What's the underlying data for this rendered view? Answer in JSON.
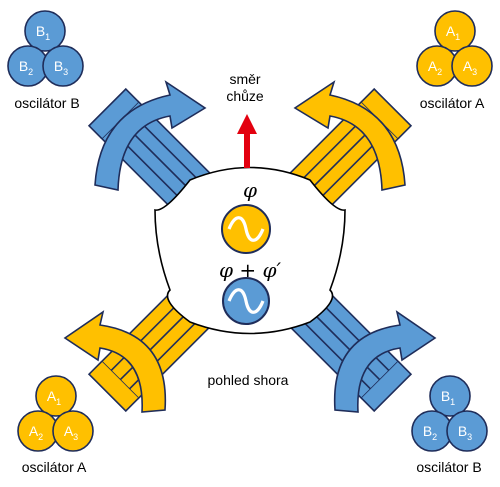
{
  "title_direction": [
    "směr",
    "chůze"
  ],
  "view_label": "pohled shora",
  "phase_top": "φ",
  "phase_bottom": "φ + φ′",
  "oscillators": {
    "top_left": {
      "name": "oscilátor B",
      "letter": "B",
      "subs": [
        "1",
        "2",
        "3"
      ]
    },
    "top_right": {
      "name": "oscilátor A",
      "letter": "A",
      "subs": [
        "1",
        "2",
        "3"
      ]
    },
    "bottom_left": {
      "name": "oscilátor A",
      "letter": "A",
      "subs": [
        "1",
        "2",
        "3"
      ]
    },
    "bottom_right": {
      "name": "oscilátor B",
      "letter": "B",
      "subs": [
        "1",
        "2",
        "3"
      ]
    }
  },
  "colors": {
    "blue": "#5b9bd5",
    "yellow": "#ffc000",
    "outline": "#1f2d5a",
    "arrow_red": "#e3000f"
  }
}
